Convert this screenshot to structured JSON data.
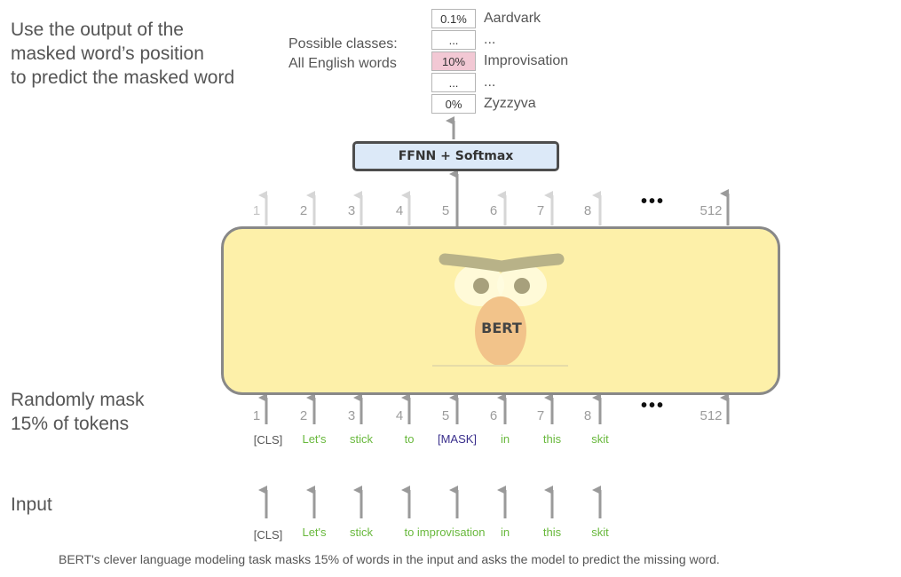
{
  "headings": {
    "output": "Use the output of the\nmasked word’s position\nto predict the masked word",
    "mask": "Randomly mask\n15% of tokens",
    "input": "Input"
  },
  "possible_classes": {
    "label": "Possible classes:\nAll English words",
    "rows": [
      {
        "prob": "0.1%",
        "word": "Aardvark",
        "highlight": false
      },
      {
        "prob": "...",
        "word": "...",
        "highlight": false
      },
      {
        "prob": "10%",
        "word": "Improvisation",
        "highlight": true
      },
      {
        "prob": "...",
        "word": "...",
        "highlight": false
      },
      {
        "prob": "0%",
        "word": "Zyzzyva",
        "highlight": false
      }
    ]
  },
  "ffnn_label": "FFNN + Softmax",
  "bert_label": "BERT",
  "positions": [
    "1",
    "2",
    "3",
    "4",
    "5",
    "6",
    "7",
    "8"
  ],
  "last_position": "512",
  "ellipsis": "•••",
  "masked_tokens": [
    "[CLS]",
    "Let's",
    "stick",
    "to",
    "[MASK]",
    "in",
    "this",
    "skit"
  ],
  "input_tokens": [
    "[CLS]",
    "Let's",
    "stick",
    "to improvisation",
    "in",
    "this",
    "skit"
  ],
  "caption": "BERT's clever language modeling task masks 15% of words in the input and asks the model to predict the missing word.",
  "colors": {
    "bert_fill": "#fdf0a9",
    "ffnn_fill": "#dce9f8",
    "highlight": "#f2c8d4",
    "token_green": "#68b83c",
    "mask_purple": "#3a2f8c"
  }
}
